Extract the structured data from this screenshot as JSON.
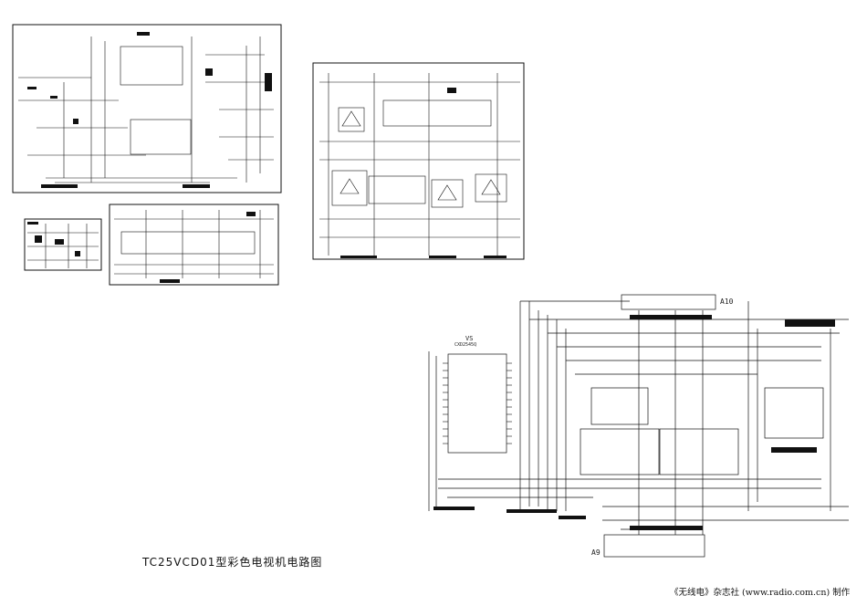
{
  "caption": {
    "model": "TC25VCD01",
    "title": "型彩色电视机电路图"
  },
  "credit": {
    "magazine": "《无线电》杂志社",
    "url": "(www.radio.com.cn)",
    "suffix": "制作"
  },
  "connectors": {
    "top": "A10",
    "bottom": "A9"
  },
  "chips": {
    "decoder": "VS",
    "decoder_part": "CXD2545Q"
  }
}
